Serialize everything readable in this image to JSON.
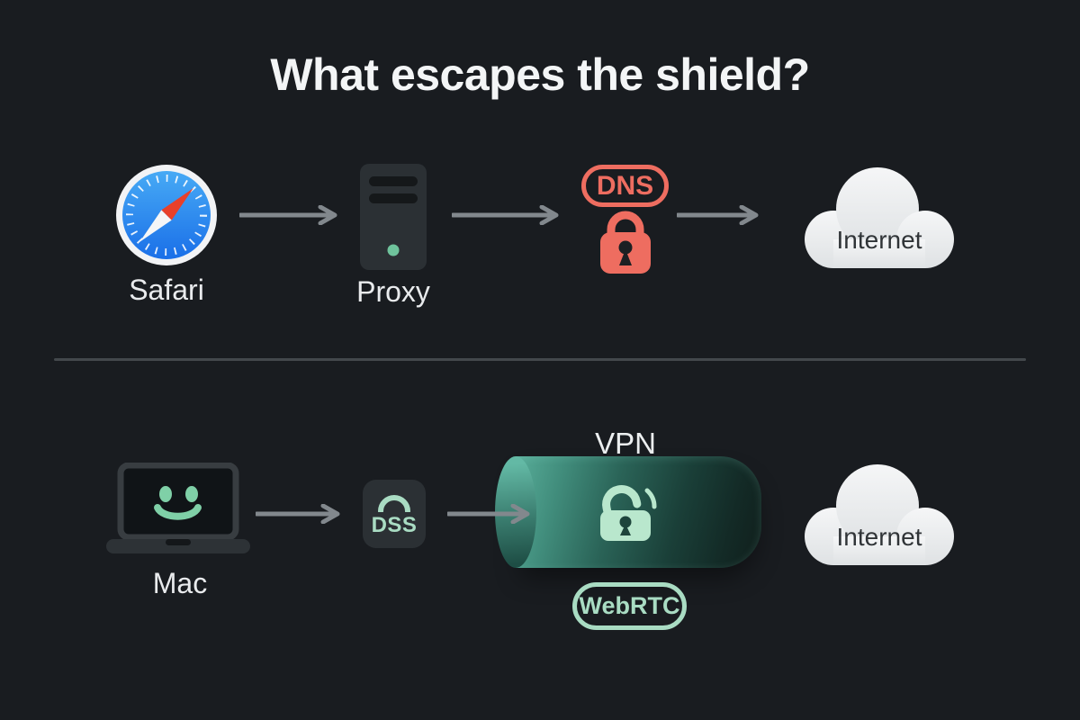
{
  "title": "What escapes the shield?",
  "top_flow": {
    "source_label": "Safari",
    "proxy_label": "Proxy",
    "leak_badge_label": "DNS",
    "destination_label": "Internet"
  },
  "bottom_flow": {
    "source_label": "Mac",
    "dss_badge_label": "DSS",
    "vpn_label": "VPN",
    "leak_badge_label": "WebRTC",
    "destination_label": "Internet"
  },
  "icons": {
    "safari": "safari-compass-icon",
    "proxy": "server-tower-icon",
    "dns_lock": "padlock-icon",
    "internet": "cloud-icon",
    "mac": "laptop-smiley-icon",
    "dss": "dss-shackle-badge-icon",
    "vpn_tunnel": "tunnel-cylinder-icon",
    "vpn_lock": "padlock-locking-icon",
    "arrow": "flow-arrow-icon"
  },
  "colors": {
    "background": "#191c20",
    "title_text": "#f3f5f6",
    "label_text": "#e9ebed",
    "coral": "#ee6d60",
    "mint": "#a9dcc3",
    "mint_bright": "#b9e7cd",
    "teal": "#4ea392",
    "arrow_gray": "#82888d",
    "cloud_fill": "#eef0f2",
    "cloud_text": "#303437",
    "divider": "#43484c"
  }
}
